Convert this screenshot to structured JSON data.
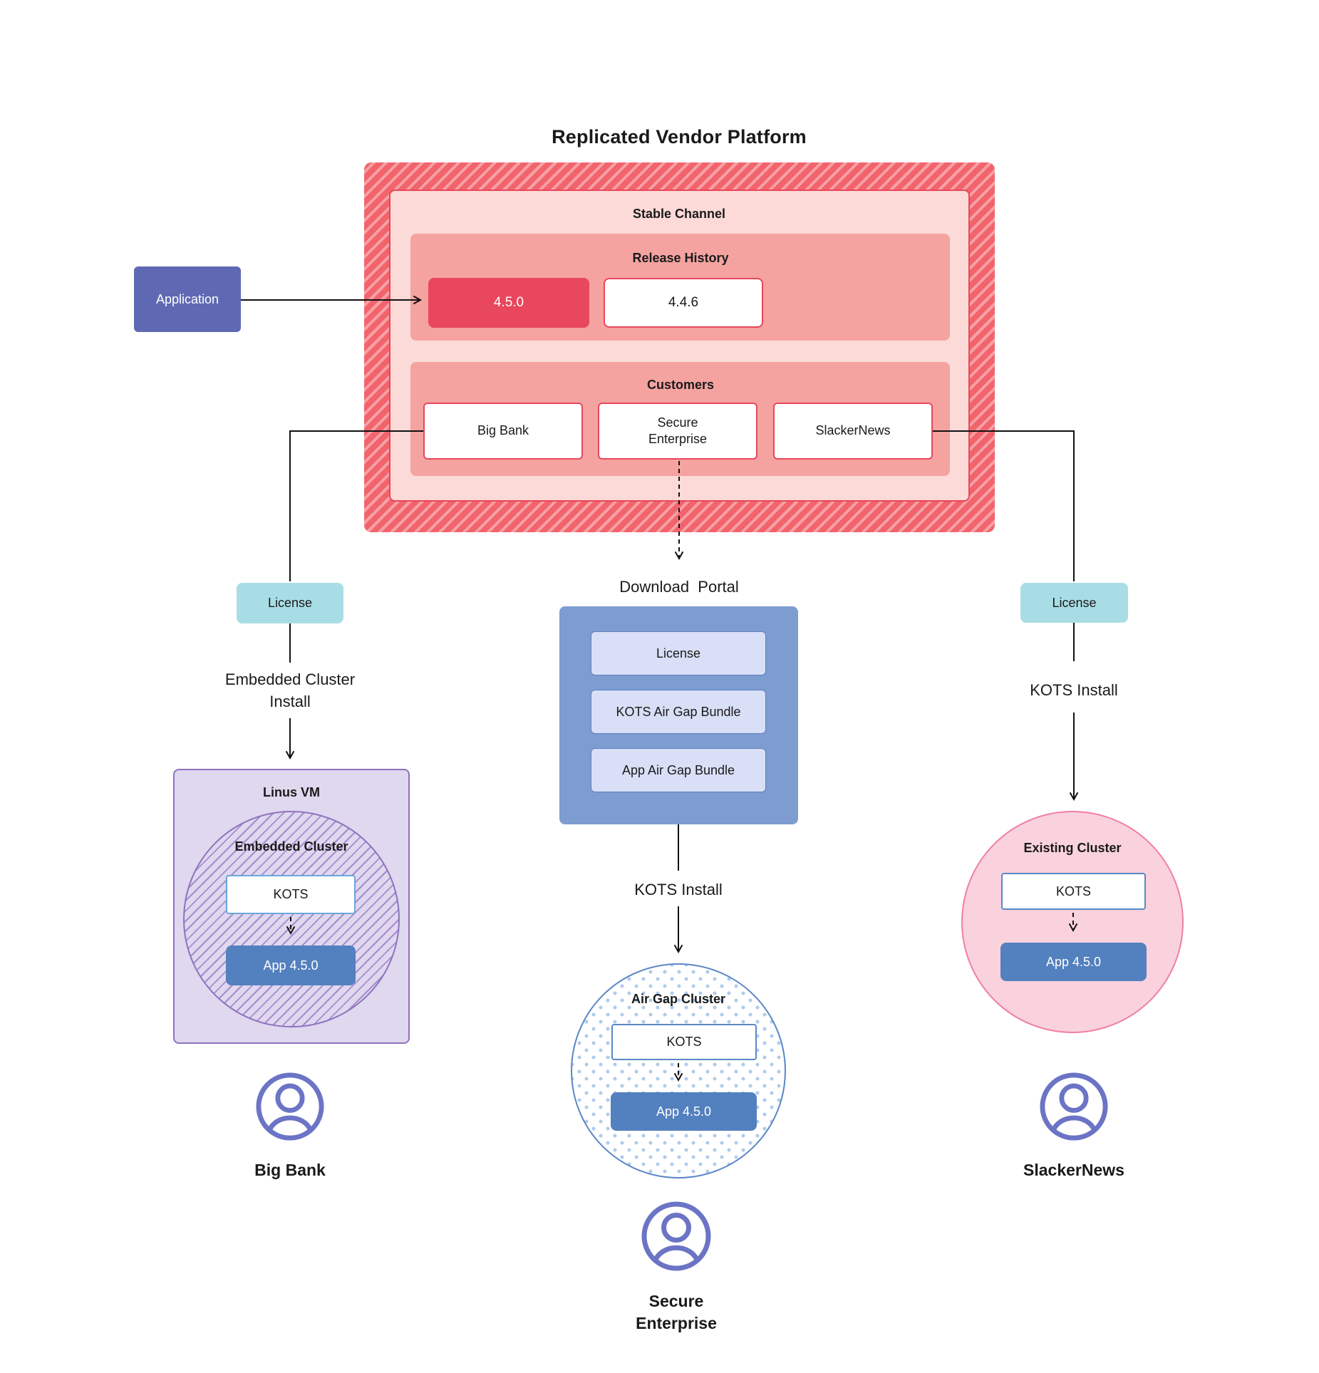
{
  "title": "Replicated Vendor Platform",
  "application_label": "Application",
  "platform": {
    "stable_channel_label": "Stable Channel",
    "release_history_label": "Release History",
    "releases": [
      {
        "version": "4.5.0",
        "current": true
      },
      {
        "version": "4.4.6",
        "current": false
      }
    ],
    "customers_label": "Customers",
    "customers": [
      {
        "name": "Big Bank"
      },
      {
        "name": "Secure\nEnterprise"
      },
      {
        "name": "SlackerNews"
      }
    ]
  },
  "download_portal": {
    "title": "Download  Portal",
    "items": [
      {
        "label": "License"
      },
      {
        "label": "KOTS Air Gap Bundle"
      },
      {
        "label": "App Air Gap Bundle"
      }
    ]
  },
  "flows": {
    "big_bank": {
      "license_label": "License",
      "install_label": "Embedded Cluster\nInstall",
      "vm_label": "Linus VM",
      "cluster_label": "Embedded Cluster",
      "kots_label": "KOTS",
      "app_label": "App 4.5.0",
      "user_label": "Big Bank"
    },
    "secure_enterprise": {
      "install_label": "KOTS Install",
      "cluster_label": "Air Gap Cluster",
      "kots_label": "KOTS",
      "app_label": "App 4.5.0",
      "user_label": "Secure\nEnterprise"
    },
    "slackernews": {
      "license_label": "License",
      "install_label": "KOTS Install",
      "cluster_label": "Existing Cluster",
      "kots_label": "KOTS",
      "app_label": "App 4.5.0",
      "user_label": "SlackerNews"
    }
  },
  "colors": {
    "accent_red": "#E8475C",
    "hatch_red_base": "#F2646C",
    "hatch_red_stripe": "#F7A0A6",
    "salmon": "#F5A3A0",
    "light_pink": "#FCDAD7",
    "application_purple": "#5F69B3",
    "license_cyan": "#A9DDE6",
    "portal_blue": "#7D9DD1",
    "portal_item_bg": "#D9DFF6",
    "portal_item_border": "#5C7FC0",
    "app_box_blue": "#5380BE",
    "kots_border_blue": "#5B87C5",
    "kots_border_light": "#6BA6DC",
    "vm_purple_fill": "#DFD8EE",
    "vm_purple_border": "#8F72BE",
    "purple_hatch_stripe": "#A78BD0",
    "pink_circle_fill": "#F9D2DD",
    "pink_circle_border": "#F07FA3",
    "dot_blue": "#AECBEC",
    "user_icon_purple": "#6B74C5"
  }
}
